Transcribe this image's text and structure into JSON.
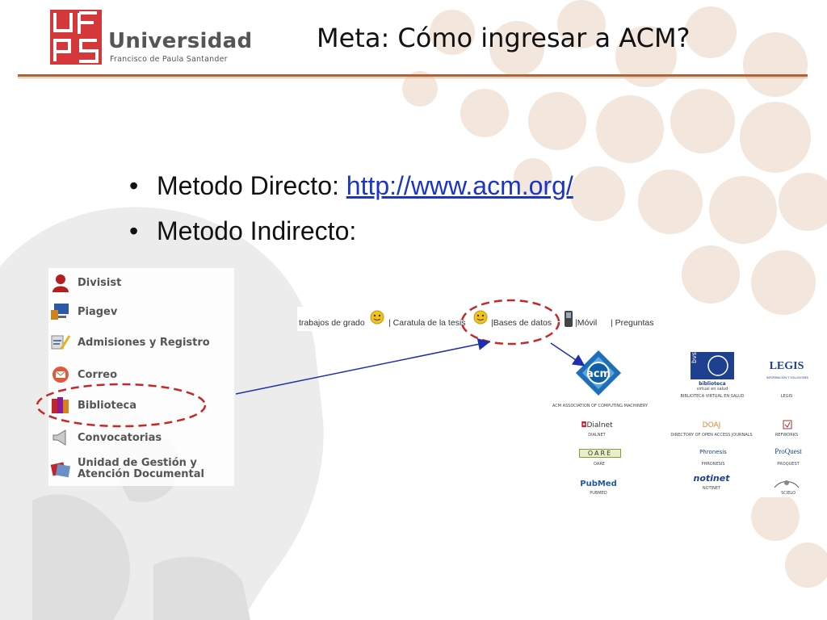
{
  "header": {
    "logo_letters": "UFPS",
    "logo_word": "Universidad",
    "logo_sub": "Francisco de Paula Santander",
    "title": "Meta: Cómo ingresar a ACM?",
    "accent_color": "#b5602e",
    "logo_color": "#d4383a"
  },
  "bullets": {
    "direct_label": "Metodo Directo: ",
    "direct_link": "http://www.acm.org/",
    "indirect_label": "Metodo Indirecto:"
  },
  "menu": {
    "items": [
      {
        "label": "Divisist",
        "icon": "user-icon"
      },
      {
        "label": "Piagev",
        "icon": "computer-icon"
      },
      {
        "label": "Admisiones y Registro",
        "icon": "tools-icon"
      },
      {
        "label": "Correo",
        "icon": "mail-icon"
      },
      {
        "label": "Biblioteca",
        "icon": "books-icon"
      },
      {
        "label": "Convocatorias",
        "icon": "megaphone-icon"
      },
      {
        "label": "Unidad de Gestión y",
        "label2": "Atención Documental",
        "icon": "folders-icon"
      }
    ]
  },
  "nav": {
    "items": [
      "trabajos de grado",
      "| Caratula de la tesis",
      "|Bases de datos",
      "|Móvil",
      "| Preguntas"
    ]
  },
  "databases": {
    "acm_badge": "acm",
    "acm_caption": "ACM ASSOCIATION OF COMPUTING MACHINERY",
    "bvs_badge": "bvs",
    "bvs_name": "biblioteca",
    "bvs_name2": "virtual en salud",
    "bvs_caption": "BIBLIOTECA VIRTUAL EN SALUD",
    "legis_logo": "LEGIS",
    "legis_tagline": "INFORMACIÓN Y SOLUCIONES",
    "legis_caption": "LEGIS",
    "dialnet_logo": "Dialnet",
    "dialnet_caption": "DIALNET",
    "doaj_logo": "DOAJ",
    "doaj_caption": "DIRECTORY OF OPEN ACCESS JOURNALS",
    "refworks_caption": "REFWORKS",
    "oare_logo": "OARE",
    "oare_caption": "OARE",
    "phronesis_logo": "Phronesis",
    "phronesis_caption": "PHRONESIS",
    "proquest_logo": "ProQuest",
    "proquest_caption": "PROQUEST",
    "pubmed_logo": "PubMed",
    "pubmed_caption": "PUBMED",
    "notinet_logo": "notinet",
    "notinet_caption": "NOTINET",
    "scielo_caption": "SCIELO"
  }
}
